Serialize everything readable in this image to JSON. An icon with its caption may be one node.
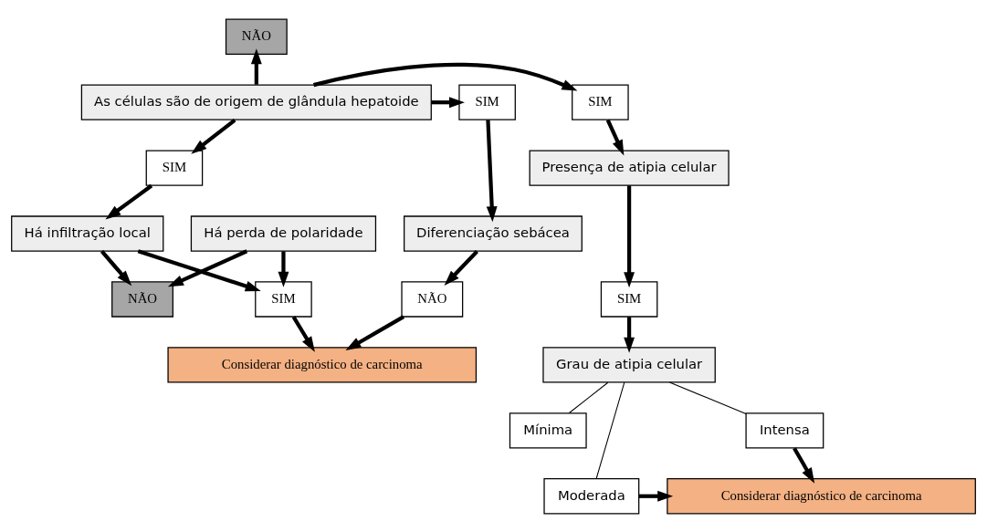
{
  "diagram": {
    "nodes": [
      {
        "text": [
          "NÃO"
        ]
      },
      {
        "text": [
          "As células são de origem de glândula hepatoide"
        ]
      },
      {
        "text": [
          "SIM"
        ]
      },
      {
        "text": [
          "SIM"
        ]
      },
      {
        "text": [
          "SIM"
        ]
      },
      {
        "text": [
          "Diferenciação sebácea"
        ]
      },
      {
        "text": [
          "Presença de atipia celular"
        ]
      },
      {
        "text": [
          "NÃO"
        ]
      },
      {
        "text": [
          "SIM"
        ]
      },
      {
        "text": [
          "Há infiltração local"
        ]
      },
      {
        "text": [
          "SIM"
        ]
      },
      {
        "text": [
          "Há perda de polaridade"
        ]
      },
      {
        "text": [
          "Considerar diagnóstico de carcinoma"
        ]
      },
      {
        "text": [
          "Grau de atipia celular"
        ]
      },
      {
        "text": [
          "Mínima"
        ]
      },
      {
        "text": [
          "Moderada"
        ]
      },
      {
        "text": [
          "NÃO"
        ]
      },
      {
        "text": [
          "Considerar diagnóstico de carcinoma"
        ]
      },
      {
        "text": [
          "Intensa"
        ]
      }
    ],
    "edges": [
      {
        "from": 1,
        "to": 0,
        "arrow": "to"
      },
      {
        "from": 1,
        "to": 2,
        "arrow": "to"
      },
      {
        "from": 1,
        "to": 3,
        "arrow": "to"
      },
      {
        "from": 1,
        "to": 4,
        "arrow": "to"
      },
      {
        "from": 2,
        "to": 5,
        "arrow": "to"
      },
      {
        "from": 3,
        "to": 6,
        "arrow": "to"
      },
      {
        "from": 4,
        "to": 9,
        "arrow": "to"
      },
      {
        "from": 5,
        "to": 7,
        "arrow": "to"
      },
      {
        "from": 6,
        "to": 10,
        "arrow": "to"
      },
      {
        "from": 9,
        "to": 8,
        "arrow": "to"
      },
      {
        "from": 11,
        "to": 8,
        "arrow": "to"
      },
      {
        "from": 9,
        "to": 16,
        "arrow": "to"
      },
      {
        "from": 7,
        "to": 12,
        "arrow": "to"
      },
      {
        "from": 8,
        "to": 12,
        "arrow": "to"
      },
      {
        "from": 11,
        "to": 16,
        "arrow": "to"
      },
      {
        "from": 10,
        "to": 13,
        "arrow": "to"
      },
      {
        "from": 13,
        "to": 14,
        "arrow": "none"
      },
      {
        "from": 13,
        "to": 15,
        "arrow": "none"
      },
      {
        "from": 13,
        "to": 18,
        "arrow": "none"
      },
      {
        "from": 15,
        "to": 17,
        "arrow": "to"
      },
      {
        "from": 18,
        "to": 17,
        "arrow": "to"
      }
    ]
  }
}
